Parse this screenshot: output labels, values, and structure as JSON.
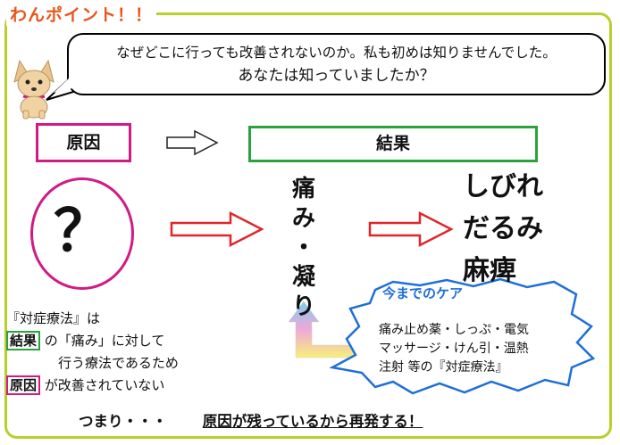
{
  "header": {
    "title": "わんポイント！！"
  },
  "speech": {
    "line1": "なぜどこに行っても改善されないのか。私も初めは知りませんでした。",
    "line2": "あなたは知っていましたか？"
  },
  "diagram": {
    "cause_label": "原因",
    "result_label": "結果",
    "question_mark": "？",
    "middle_vertical": [
      "痛",
      "み",
      "・",
      "凝",
      "り"
    ],
    "result_terms": [
      "しびれ",
      "だるみ",
      "麻痺"
    ]
  },
  "care": {
    "title": "今までのケア",
    "lines": [
      "痛み止め薬・しっぷ・電気",
      "マッサージ・けん引・温熱",
      "注射 等の『対症療法』"
    ]
  },
  "explanation": {
    "line1": "『対症療法』は",
    "tag_result": "結果",
    "line2_rest": "の「痛み」に対して",
    "line3": "行う療法であるため",
    "tag_cause": "原因",
    "line4_rest": "が改善されていない"
  },
  "conclusion": {
    "lead": "つまり・・・",
    "main": "原因が残っているから再発する！"
  },
  "icons": [
    "dog-icon",
    "hollow-arrow-icon",
    "red-arrow-icon",
    "gradient-arrow-icon",
    "burst-bubble-icon"
  ],
  "colors": {
    "frame": "#b9cf2a",
    "title": "#e8561c",
    "cause": "#d11a84",
    "result": "#2aa33c",
    "arrow_red": "#e0262b",
    "care_title": "#1e6fd8"
  }
}
